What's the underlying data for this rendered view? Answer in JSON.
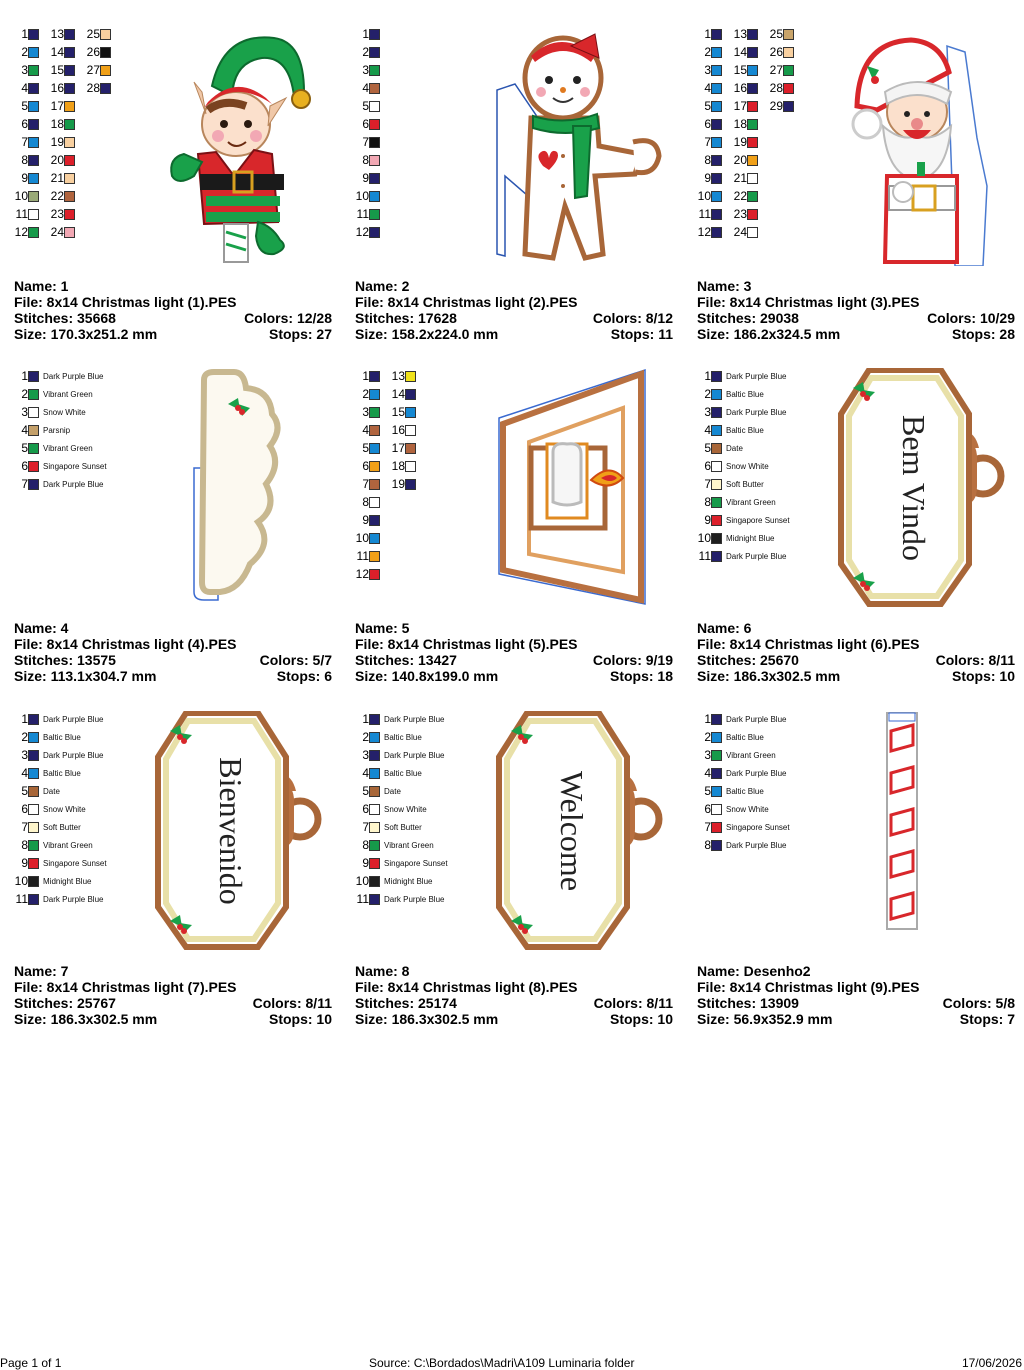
{
  "colors": {
    "dark_purple_blue": "#24206a",
    "baltic_blue": "#1588d2",
    "vibrant_green": "#169a4a",
    "snow_white": "#ffffff",
    "parsnip": "#c4a06a",
    "singapore_sunset": "#dc1f2a",
    "date": "#a86638",
    "soft_butter": "#fff6cc",
    "midnight_blue": "#1e1e1e",
    "orange": "#f0a018",
    "peach": "#f8d0a0",
    "pink": "#f2a8b4",
    "olive": "#9aaa78",
    "sienna": "#b0643e",
    "yellow": "#f0e21a",
    "tan": "#c9a46a",
    "brown_dark": "#a05530",
    "black": "#111111"
  },
  "labels": {
    "name": "Name:",
    "file": "File:",
    "stitches": "Stitches:",
    "colors": "Colors:",
    "size": "Size:",
    "stops": "Stops:"
  },
  "designs": [
    {
      "name": "1",
      "file": "8x14 Christmas light (1).PES",
      "stitches": "35668",
      "colors": "12/28",
      "size": "170.3x251.2 mm",
      "stops": "27",
      "art": "elf",
      "chart": {
        "cols": [
          [
            "dark_purple_blue",
            "baltic_blue",
            "vibrant_green",
            "dark_purple_blue",
            "baltic_blue",
            "dark_purple_blue",
            "baltic_blue",
            "dark_purple_blue",
            "baltic_blue",
            "olive",
            "snow_white",
            "vibrant_green"
          ],
          [
            "dark_purple_blue",
            "dark_purple_blue",
            "dark_purple_blue",
            "dark_purple_blue",
            "orange",
            "vibrant_green",
            "peach",
            "singapore_sunset",
            "peach",
            "sienna",
            "singapore_sunset",
            "pink"
          ],
          [
            "peach",
            "black",
            "orange",
            "dark_purple_blue"
          ]
        ]
      }
    },
    {
      "name": "2",
      "file": "8x14 Christmas light (2).PES",
      "stitches": "17628",
      "colors": "8/12",
      "size": "158.2x224.0 mm",
      "stops": "11",
      "art": "ginger",
      "chart": {
        "cols": [
          [
            "dark_purple_blue",
            "dark_purple_blue",
            "vibrant_green",
            "sienna",
            "snow_white",
            "singapore_sunset",
            "black",
            "pink",
            "dark_purple_blue",
            "baltic_blue",
            "vibrant_green",
            "dark_purple_blue"
          ]
        ]
      }
    },
    {
      "name": "3",
      "file": "8x14 Christmas light (3).PES",
      "stitches": "29038",
      "colors": "10/29",
      "size": "186.2x324.5 mm",
      "stops": "28",
      "art": "santa",
      "chart": {
        "cols": [
          [
            "dark_purple_blue",
            "baltic_blue",
            "baltic_blue",
            "baltic_blue",
            "baltic_blue",
            "dark_purple_blue",
            "baltic_blue",
            "dark_purple_blue",
            "dark_purple_blue",
            "baltic_blue",
            "dark_purple_blue",
            "dark_purple_blue"
          ],
          [
            "dark_purple_blue",
            "dark_purple_blue",
            "baltic_blue",
            "dark_purple_blue",
            "singapore_sunset",
            "vibrant_green",
            "singapore_sunset",
            "orange",
            "snow_white",
            "vibrant_green",
            "singapore_sunset",
            "snow_white"
          ],
          [
            "tan",
            "peach",
            "vibrant_green",
            "singapore_sunset",
            "dark_purple_blue"
          ]
        ]
      }
    },
    {
      "name": "4",
      "file": "8x14 Christmas light (4).PES",
      "stitches": "13575",
      "colors": "5/7",
      "size": "113.1x304.7 mm",
      "stops": "6",
      "art": "cloud",
      "chart": {
        "named": [
          [
            "dark_purple_blue",
            "Dark Purple Blue"
          ],
          [
            "vibrant_green",
            "Vibrant Green"
          ],
          [
            "snow_white",
            "Snow White"
          ],
          [
            "parsnip",
            "Parsnip"
          ],
          [
            "vibrant_green",
            "Vibrant Green"
          ],
          [
            "singapore_sunset",
            "Singapore Sunset"
          ],
          [
            "dark_purple_blue",
            "Dark Purple Blue"
          ]
        ]
      }
    },
    {
      "name": "5",
      "file": "8x14 Christmas light (5).PES",
      "stitches": "13427",
      "colors": "9/19",
      "size": "140.8x199.0 mm",
      "stops": "18",
      "art": "candle",
      "chart": {
        "cols": [
          [
            "dark_purple_blue",
            "baltic_blue",
            "vibrant_green",
            "sienna",
            "baltic_blue",
            "orange",
            "sienna",
            "snow_white",
            "dark_purple_blue",
            "baltic_blue",
            "orange",
            "singapore_sunset"
          ],
          [
            "yellow",
            "dark_purple_blue",
            "baltic_blue",
            "snow_white",
            "sienna",
            "snow_white",
            "dark_purple_blue"
          ]
        ]
      }
    },
    {
      "name": "6",
      "file": "8x14 Christmas light (6).PES",
      "stitches": "25670",
      "colors": "8/11",
      "size": "186.3x302.5 mm",
      "stops": "10",
      "art": "sign",
      "sign_text": "Bem Vindo",
      "chart": {
        "named": [
          [
            "dark_purple_blue",
            "Dark Purple Blue"
          ],
          [
            "baltic_blue",
            "Baltic Blue"
          ],
          [
            "dark_purple_blue",
            "Dark Purple Blue"
          ],
          [
            "baltic_blue",
            "Baltic Blue"
          ],
          [
            "date",
            "Date"
          ],
          [
            "snow_white",
            "Snow White"
          ],
          [
            "soft_butter",
            "Soft Butter"
          ],
          [
            "vibrant_green",
            "Vibrant Green"
          ],
          [
            "singapore_sunset",
            "Singapore Sunset"
          ],
          [
            "midnight_blue",
            "Midnight Blue"
          ],
          [
            "dark_purple_blue",
            "Dark Purple Blue"
          ]
        ]
      }
    },
    {
      "name": "7",
      "file": "8x14 Christmas light (7).PES",
      "stitches": "25767",
      "colors": "8/11",
      "size": "186.3x302.5 mm",
      "stops": "10",
      "art": "sign",
      "sign_text": "Bienvenido",
      "chart": {
        "named": [
          [
            "dark_purple_blue",
            "Dark Purple Blue"
          ],
          [
            "baltic_blue",
            "Baltic Blue"
          ],
          [
            "dark_purple_blue",
            "Dark Purple Blue"
          ],
          [
            "baltic_blue",
            "Baltic Blue"
          ],
          [
            "date",
            "Date"
          ],
          [
            "snow_white",
            "Snow White"
          ],
          [
            "soft_butter",
            "Soft Butter"
          ],
          [
            "vibrant_green",
            "Vibrant Green"
          ],
          [
            "singapore_sunset",
            "Singapore Sunset"
          ],
          [
            "midnight_blue",
            "Midnight Blue"
          ],
          [
            "dark_purple_blue",
            "Dark Purple Blue"
          ]
        ]
      }
    },
    {
      "name": "8",
      "file": "8x14 Christmas light (8).PES",
      "stitches": "25174",
      "colors": "8/11",
      "size": "186.3x302.5 mm",
      "stops": "10",
      "art": "sign",
      "sign_text": "Welcome",
      "chart": {
        "named": [
          [
            "dark_purple_blue",
            "Dark Purple Blue"
          ],
          [
            "baltic_blue",
            "Baltic Blue"
          ],
          [
            "dark_purple_blue",
            "Dark Purple Blue"
          ],
          [
            "baltic_blue",
            "Baltic Blue"
          ],
          [
            "date",
            "Date"
          ],
          [
            "snow_white",
            "Snow White"
          ],
          [
            "soft_butter",
            "Soft Butter"
          ],
          [
            "vibrant_green",
            "Vibrant Green"
          ],
          [
            "singapore_sunset",
            "Singapore Sunset"
          ],
          [
            "midnight_blue",
            "Midnight Blue"
          ],
          [
            "dark_purple_blue",
            "Dark Purple Blue"
          ]
        ]
      }
    },
    {
      "name": "Desenho2",
      "file": "8x14 Christmas light (9).PES",
      "stitches": "13909",
      "colors": "5/8",
      "size": "56.9x352.9 mm",
      "stops": "7",
      "art": "cane",
      "chart": {
        "named": [
          [
            "dark_purple_blue",
            "Dark Purple Blue"
          ],
          [
            "baltic_blue",
            "Baltic Blue"
          ],
          [
            "vibrant_green",
            "Vibrant Green"
          ],
          [
            "dark_purple_blue",
            "Dark Purple Blue"
          ],
          [
            "baltic_blue",
            "Baltic Blue"
          ],
          [
            "snow_white",
            "Snow White"
          ],
          [
            "singapore_sunset",
            "Singapore Sunset"
          ],
          [
            "dark_purple_blue",
            "Dark Purple Blue"
          ]
        ]
      }
    }
  ],
  "footer": {
    "page": "Page 1 of 1",
    "source": "Source: C:\\Bordados\\Madri\\A109 Luminaria folder",
    "date": "17/06/2026"
  }
}
